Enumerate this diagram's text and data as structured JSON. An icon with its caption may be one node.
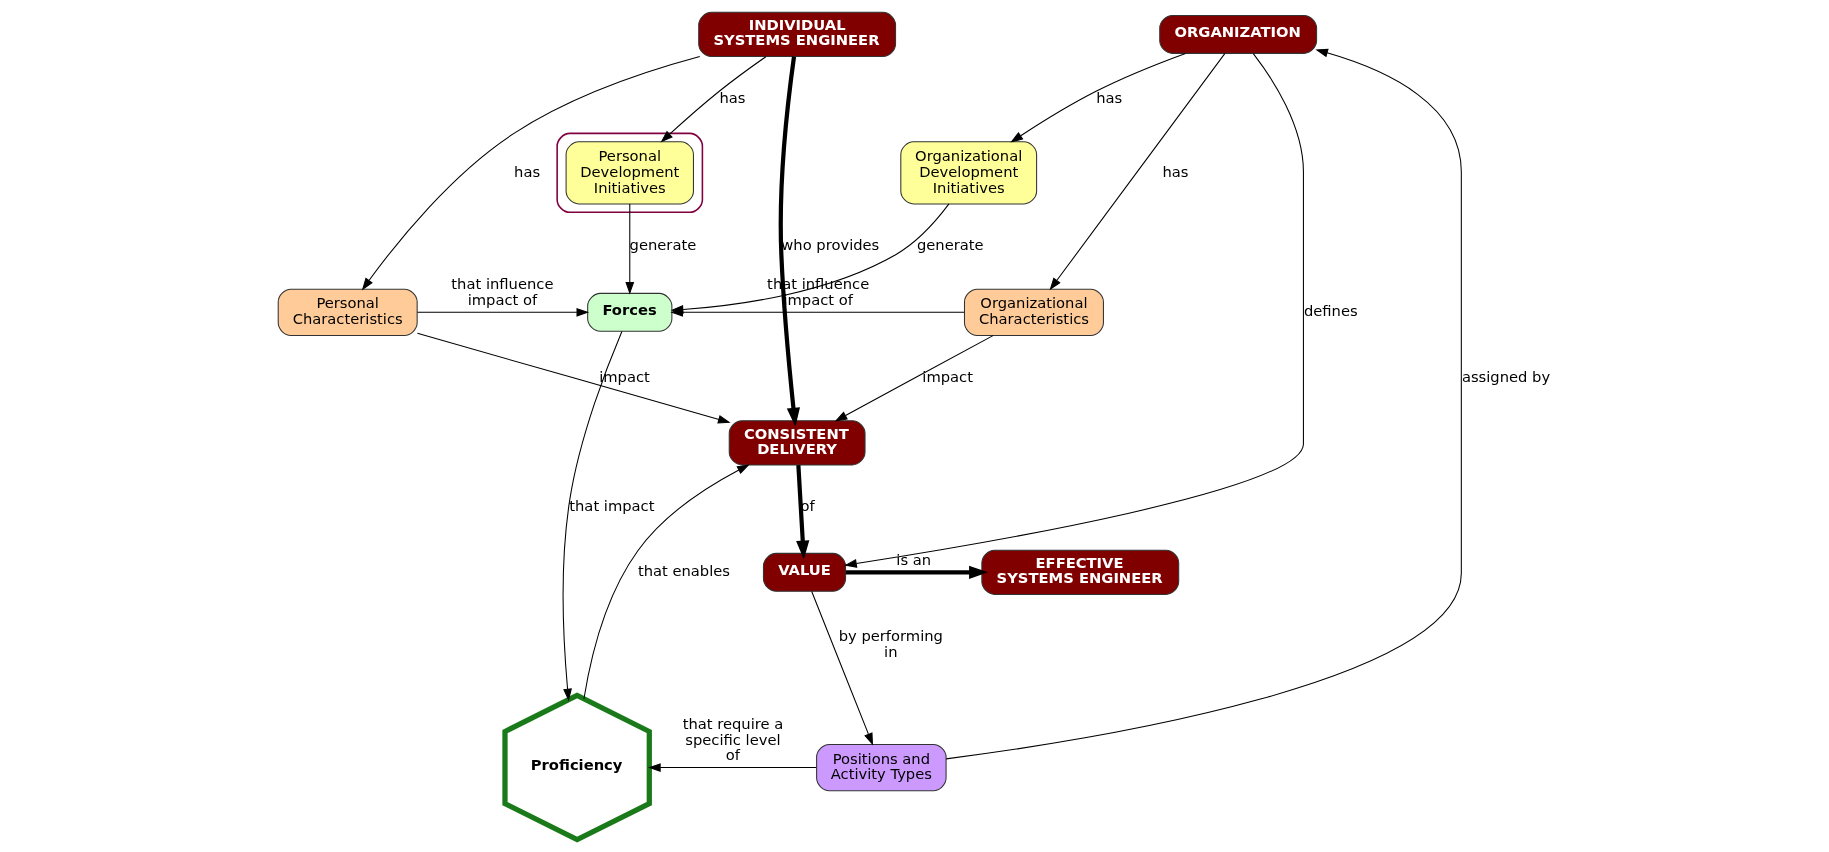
{
  "diagram": {
    "nodes": [
      {
        "text": [
          "INDIVIDUAL SYSTEMS ENGINEER"
        ]
      },
      {
        "text": [
          "ORGANIZATION"
        ]
      },
      {
        "text": [],
        "shape": "ellipse"
      },
      {
        "text": [
          "Personal Development Initiatives"
        ],
        "in": 2
      },
      {
        "text": [
          "Organizational Development Initiatives"
        ]
      },
      {
        "text": [
          "Personal Characteristics"
        ]
      },
      {
        "text": [
          "Forces"
        ]
      },
      {
        "text": [
          "Organizational Characteristics"
        ]
      },
      {
        "text": [
          "Proficiency"
        ]
      },
      {
        "text": [
          "Positions and Activity Types"
        ]
      },
      {
        "text": [
          "CONSISTENT DELIVERY"
        ]
      },
      {
        "text": [
          "VALUE"
        ]
      },
      {
        "text": [
          "EFFECTIVE SYSTEMS ENGINEER"
        ]
      }
    ],
    "edges": [
      {
        "from": 0,
        "to": 3,
        "arrow": "to",
        "label": "has"
      },
      {
        "from": 0,
        "to": 5,
        "arrow": "to",
        "label": "has"
      },
      {
        "from": 1,
        "to": 4,
        "arrow": "to",
        "label": "has"
      },
      {
        "from": 1,
        "to": 7,
        "arrow": "to",
        "label": "has"
      },
      {
        "from": 3,
        "to": 6,
        "arrow": "to",
        "label": "generate"
      },
      {
        "from": 4,
        "to": 6,
        "arrow": "to",
        "label": "generate"
      },
      {
        "from": 5,
        "to": 6,
        "arrow": "to",
        "label": "that influence impact of"
      },
      {
        "from": 7,
        "to": 6,
        "arrow": "to",
        "label": "that influence impact of"
      },
      {
        "from": 6,
        "to": 8,
        "arrow": "to",
        "label": "that impact"
      },
      {
        "from": 0,
        "to": 10,
        "arrow": "to",
        "label": "who provides",
        "style": "thick"
      },
      {
        "from": 5,
        "to": 10,
        "arrow": "to",
        "label": "impact"
      },
      {
        "from": 8,
        "to": 10,
        "arrow": "to",
        "label": "that enables"
      },
      {
        "from": 7,
        "to": 10,
        "arrow": "to",
        "label": "impact"
      },
      {
        "from": 9,
        "to": 8,
        "arrow": "to",
        "label": "that require a specific level of"
      },
      {
        "from": 9,
        "to": 1,
        "arrow": "to",
        "label": "assigned by"
      },
      {
        "from": 10,
        "to": 11,
        "arrow": "to",
        "label": "of",
        "style": "thick"
      },
      {
        "from": 11,
        "to": 9,
        "arrow": "to",
        "label": "by performing in"
      },
      {
        "from": 1,
        "to": 11,
        "arrow": "to",
        "label": "defines"
      },
      {
        "from": 11,
        "to": 12,
        "arrow": "to",
        "label": "is an",
        "style": "thick"
      }
    ]
  }
}
